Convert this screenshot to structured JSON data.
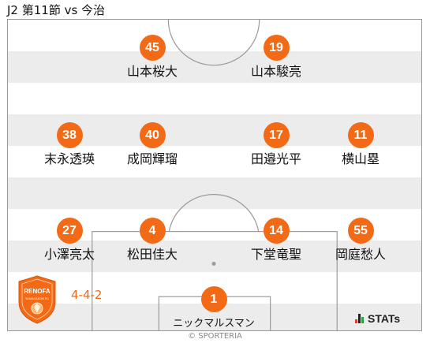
{
  "header": {
    "title": "J2 第11節 vs 今治"
  },
  "formation": "4-4-2",
  "players": {
    "fw_left": {
      "number": "45",
      "name": "山本桜大"
    },
    "fw_right": {
      "number": "19",
      "name": "山本駿亮"
    },
    "mf_1": {
      "number": "38",
      "name": "末永透瑛"
    },
    "mf_2": {
      "number": "40",
      "name": "成岡輝瑠"
    },
    "mf_3": {
      "number": "17",
      "name": "田邉光平"
    },
    "mf_4": {
      "number": "11",
      "name": "横山塁"
    },
    "df_1": {
      "number": "27",
      "name": "小澤亮太"
    },
    "df_2": {
      "number": "4",
      "name": "松田佳大"
    },
    "df_3": {
      "number": "14",
      "name": "下堂竜聖"
    },
    "df_4": {
      "number": "55",
      "name": "岡庭愁人"
    },
    "gk": {
      "number": "1",
      "name": "ニックマルスマン"
    }
  },
  "crest": {
    "name": "RENOFA",
    "subtitle": "YAMAGUCHI FC",
    "color": "#f26a16"
  },
  "branding": {
    "stats_logo": "STATs",
    "copyright": "© SPORTERIA"
  },
  "colors": {
    "accent": "#f26a16",
    "stripe": "#ececec",
    "lines": "#9a9a9a"
  }
}
